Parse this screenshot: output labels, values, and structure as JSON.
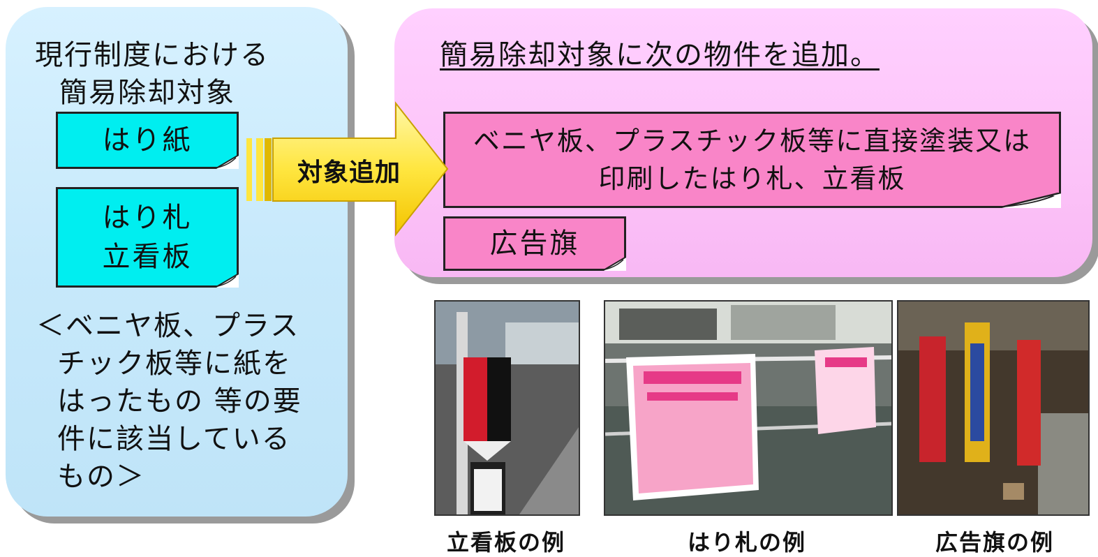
{
  "left_panel": {
    "title_line1": "現行制度における",
    "title_line2": "簡易除却対象",
    "note1": "はり紙",
    "note2_line1": "はり札",
    "note2_line2": "立看板",
    "desc_lines": [
      "＜ベニヤ板、プラス",
      "チック板等に紙を",
      "はったもの 等の要",
      "件に該当している",
      "もの＞"
    ]
  },
  "arrow": {
    "label": "対象追加"
  },
  "right_panel": {
    "heading": "簡易除却対象に次の物件を追加。",
    "note1_line1": "ベニヤ板、プラスチック板等に直接塗装又は",
    "note1_line2": "印刷したはり札、立看板",
    "note2": "広告旗"
  },
  "photos": {
    "tatekan_caption": "立看板の例",
    "harifuda_caption": "はり札の例",
    "flag_caption": "広告旗の例"
  },
  "colors": {
    "left_panel": "#c7e9fb",
    "right_panel": "#fcc3f8",
    "cyan_note": "#00eef0",
    "pink_note": "#f985c8",
    "arrow": "#ffe84a"
  }
}
